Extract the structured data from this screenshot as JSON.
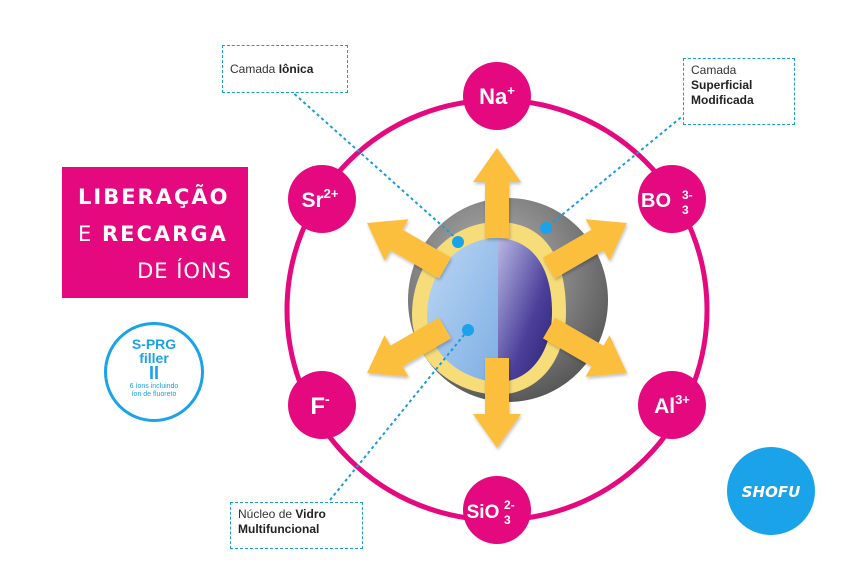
{
  "title": {
    "line1": "LIBERAÇÃO",
    "line2a": "E",
    "line2b": "RECARGA",
    "line3": "DE ÍONS"
  },
  "badge": {
    "line1": "S-PRG",
    "line2": "filler",
    "line3": "II",
    "line4": "6 íons incluindo",
    "line5": "íon de fluoreto"
  },
  "callouts": {
    "ionic": {
      "prefix": "Camada ",
      "bold": "Iônica"
    },
    "surface": {
      "line1": "Camada",
      "line2": "Superficial",
      "line3": "Modificada"
    },
    "core": {
      "line1a": "Núcleo de ",
      "line1b": "Vidro",
      "line2": "Multifuncional"
    }
  },
  "ions": {
    "na": {
      "base": "Na",
      "sup": "+",
      "sub": ""
    },
    "bo": {
      "base": "BO",
      "sup": "3-",
      "sub": "3"
    },
    "al": {
      "base": "Al",
      "sup": "3+",
      "sub": ""
    },
    "sio": {
      "base": "SiO",
      "sup": "2-",
      "sub": "3"
    },
    "f": {
      "base": "F",
      "sup": "-",
      "sub": ""
    },
    "sr": {
      "base": "Sr",
      "sup": "2+",
      "sub": ""
    }
  },
  "logo": {
    "text": "SHOFU"
  },
  "colors": {
    "magenta": "#e5097f",
    "arrow": "#fbbf3c",
    "callout_border": "#1b9bd7",
    "logo_blue": "#1aa3e8",
    "core_blue": "#8dbbe9",
    "core_purple": "#3a2f86",
    "particle_gray": "#7b7b7b"
  }
}
